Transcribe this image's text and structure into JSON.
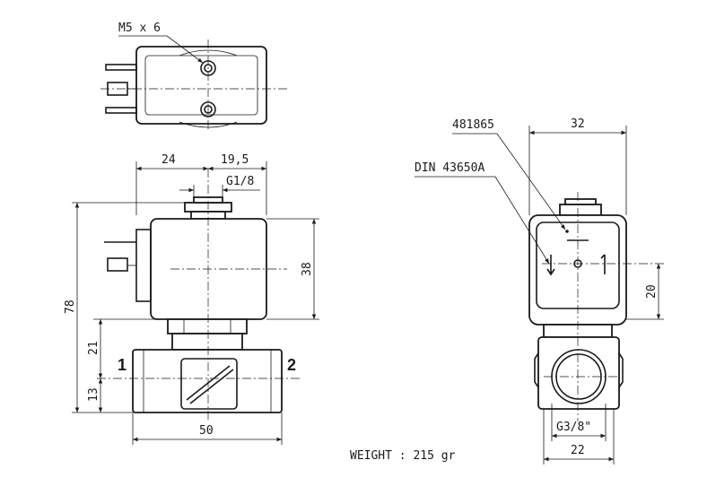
{
  "labels": {
    "thread_top": "M5 x 6",
    "dim_24": "24",
    "dim_19_5": "19,5",
    "port_g18": "G1/8",
    "dim_78": "78",
    "dim_38": "38",
    "dim_21": "21",
    "dim_13": "13",
    "dim_50": "50",
    "port_1": "1",
    "port_2": "2",
    "code_481865": "481865",
    "din": "DIN 43650A",
    "dim_32": "32",
    "dim_20": "20",
    "port_g38": "G3/8\"",
    "dim_22": "22",
    "weight": "WEIGHT : 215 gr"
  }
}
